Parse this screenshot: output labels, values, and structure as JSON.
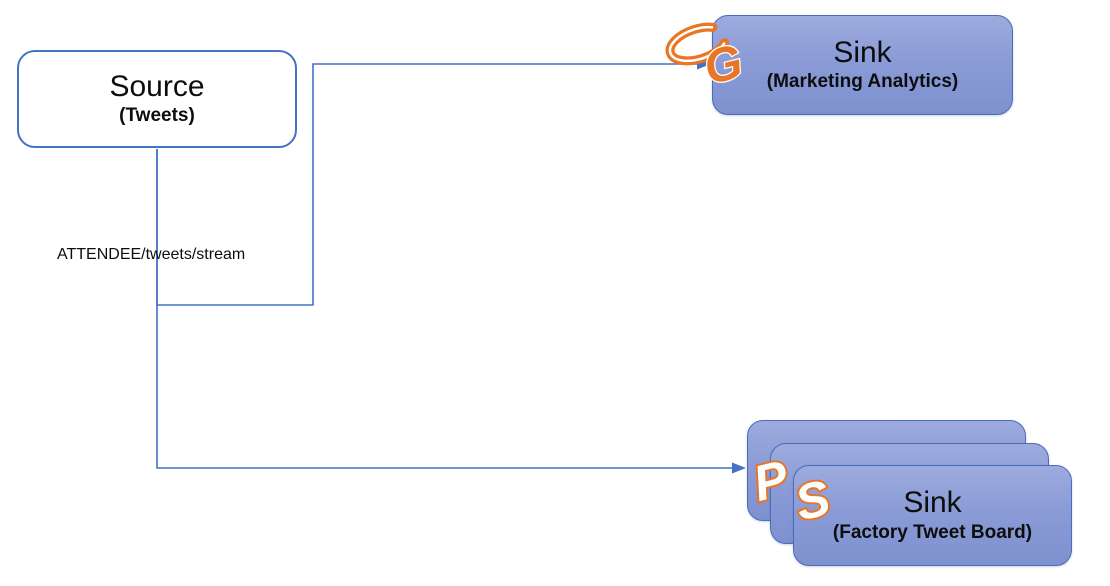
{
  "diagram": {
    "source": {
      "title": "Source",
      "subtitle": "(Tweets)"
    },
    "edge_label": "ATTENDEE/tweets/stream",
    "sink_marketing": {
      "title": "Sink",
      "subtitle": "(Marketing Analytics)",
      "logo_letters": [
        "C",
        "G"
      ]
    },
    "sink_factory": {
      "title": "Sink",
      "subtitle": "(Factory Tweet Board)",
      "logo_letters": [
        "P",
        "S"
      ],
      "stack_count": 3
    },
    "colors": {
      "connector_blue": "#4472C4",
      "sink_fill_top": "#9DABDE",
      "sink_fill_bottom": "#7E91CF",
      "sink_border": "#4A6CBC",
      "logo_orange": "#E87625",
      "text_black": "#0D0D0D",
      "background": "#FFFFFF"
    }
  }
}
